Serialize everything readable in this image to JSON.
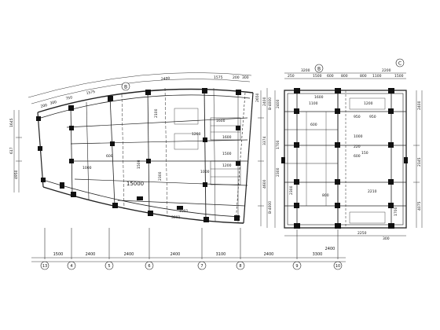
{
  "bottom_axis": {
    "dims": [
      "1500",
      "2400",
      "2400",
      "2400",
      "3100",
      "2400",
      "3300",
      "2400"
    ],
    "tags": [
      "13",
      "4",
      "5",
      "6",
      "7",
      "8",
      "9",
      "10"
    ]
  },
  "left_block": {
    "grid_tag": "B",
    "span_label": "15000",
    "top_dims": [
      "200",
      "300",
      "750",
      "1575",
      "2400",
      "1575",
      "200",
      "300"
    ],
    "right_dims": [
      "2400",
      "3374",
      "4600",
      "2650"
    ],
    "left_dims": [
      "1645",
      "617",
      "4950"
    ],
    "inner_dims": [
      "1600",
      "1200",
      "1500",
      "1000",
      "1200",
      "1600",
      "2100",
      "2300",
      "1500",
      "600",
      "1000",
      "3091",
      "1001"
    ],
    "tick_notes": [
      "B-4000",
      "B-4000"
    ]
  },
  "right_block": {
    "grid_tags": [
      "B",
      "C"
    ],
    "top_dims": [
      "250",
      "3200",
      "1500",
      "600",
      "800",
      "800",
      "1100",
      "2200",
      "1500"
    ],
    "right_dims": [
      "2400",
      "2145",
      "4075"
    ],
    "left_dims": [
      "2400",
      "2300",
      "1700"
    ],
    "inner_dims": [
      "1100",
      "1200",
      "1600",
      "950",
      "950",
      "600",
      "800",
      "1000",
      "600",
      "2300",
      "2210",
      "220",
      "150",
      "1700"
    ],
    "bottom_dims": [
      "2250",
      "300"
    ]
  }
}
